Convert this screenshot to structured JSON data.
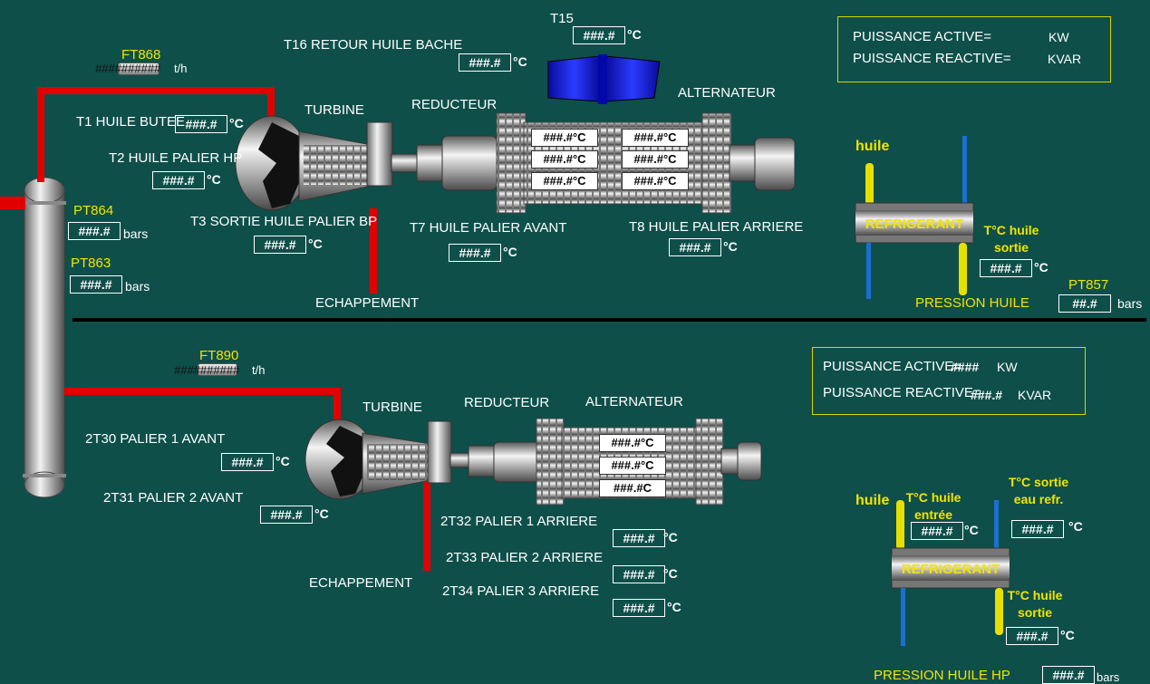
{
  "colors": {
    "background": "#0e4f4a",
    "label_yellow": "#f2e400",
    "pipe_red": "#e00000",
    "pipe_blue": "#1c6fd0",
    "pipe_yellow": "#e6e000"
  },
  "placeholder": "###.#",
  "unit1": {
    "flow": {
      "tag": "FT868",
      "value": "##########",
      "unit": "t/h"
    },
    "t15": {
      "label": "T15",
      "value": "###.#",
      "unit": "°C"
    },
    "t16": {
      "label": "T16  RETOUR HUILE BACHE",
      "value": "###.#",
      "unit": "°C"
    },
    "t1": {
      "label": "T1 HUILE BUTEE",
      "value": "###.#",
      "unit": "°C"
    },
    "t2": {
      "label": "T2 HUILE PALIER HP",
      "value": "###.#",
      "unit": "°C"
    },
    "t3": {
      "label": "T3 SORTIE HUILE PALIER BP",
      "value": "###.#",
      "unit": "°C"
    },
    "t7": {
      "label": "T7  HUILE PALIER AVANT",
      "value": "###.#",
      "unit": "°C"
    },
    "t8": {
      "label": "T8 HUILE PALIER ARRIERE",
      "value": "###.#",
      "unit": "°C"
    },
    "turbine": "TURBINE",
    "reducteur": "REDUCTEUR",
    "alternateur": "ALTERNATEUR",
    "echappement": "ECHAPPEMENT",
    "pt864": {
      "tag": "PT864",
      "value": "###.#",
      "unit": "bars"
    },
    "pt863": {
      "tag": "PT863",
      "value": "###.#",
      "unit": "bars"
    },
    "winding_temps": [
      "###.#°C",
      "###.#°C",
      "###.#°C",
      "###.#°C",
      "###.#°C",
      "###.#°C"
    ],
    "power": {
      "active_label": "PUISSANCE ACTIVE=",
      "active_unit": "KW",
      "reactive_label": "PUISSANCE REACTIVE=",
      "reactive_unit": "KVAR"
    },
    "cooler": {
      "huile": "huile",
      "refrigerant": "REFRIGERANT",
      "t_sortie_label": "T°C huile sortie",
      "t_sortie_value": "###.#",
      "t_sortie_unit": "°C"
    },
    "pt857": {
      "tag": "PT857",
      "label": "PRESSION HUILE",
      "value": "##.#",
      "unit": "bars"
    }
  },
  "unit2": {
    "flow": {
      "tag": "FT890",
      "value": "##########",
      "unit": "t/h"
    },
    "turbine": "TURBINE",
    "reducteur": "REDUCTEUR",
    "alternateur": "ALTERNATEUR",
    "echappement": "ECHAPPEMENT",
    "t30": {
      "label": "2T30 PALIER 1  AVANT",
      "value": "###.#",
      "unit": "°C"
    },
    "t31": {
      "label": "2T31  PALIER 2  AVANT",
      "value": "###.#",
      "unit": "°C"
    },
    "t32": {
      "label": "2T32  PALIER 1  ARRIERE",
      "value": "###.#",
      "unit": "°C"
    },
    "t33": {
      "label": "2T33 PALIER 2  ARRIERE",
      "value": "###.#",
      "unit": "°C"
    },
    "t34": {
      "label": "2T34  PALIER 3  ARRIERE",
      "value": "###.#",
      "unit": "°C"
    },
    "winding_temps": [
      "###.#°C",
      "###.#°C",
      "###.#C"
    ],
    "power": {
      "active_label": "PUISSANCE ACTIVE=",
      "active_value": "####",
      "active_unit": "KW",
      "reactive_label": "PUISSANCE REACTIVE=",
      "reactive_value": "###.#",
      "reactive_unit": "KVAR"
    },
    "cooler": {
      "huile": "huile",
      "refrigerant": "REFRIGERANT",
      "t_entree_label": "T°C huile entrée",
      "t_entree_value": "###.#",
      "t_entree_unit": "°C",
      "t_eau_label": "T°C sortie eau refr.",
      "t_eau_value": "###.#",
      "t_eau_unit": "°C",
      "t_sortie_label": "T°C huile sortie",
      "t_sortie_value": "###.#",
      "t_sortie_unit": "°C"
    },
    "pression": {
      "label": "PRESSION HUILE HP",
      "value": "###.#",
      "unit": "bars"
    }
  }
}
